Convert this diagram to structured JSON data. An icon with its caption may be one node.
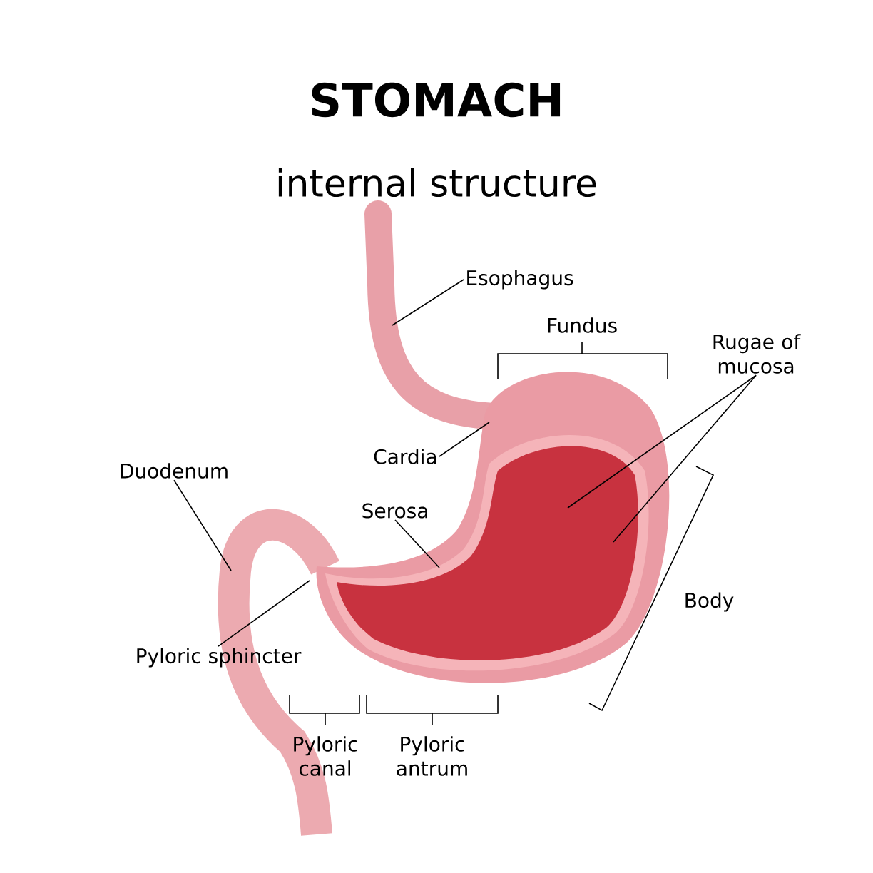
{
  "diagram": {
    "title": "STOMACH",
    "nodes": [
      {
        "text": [
          "Esophagus"
        ]
      },
      {
        "text": [
          "Rugae of mucosa"
        ]
      },
      {
        "text": [
          "Cardia"
        ]
      },
      {
        "text": [
          "Duodenum"
        ]
      },
      {
        "text": [
          "Serosa"
        ]
      },
      {
        "text": [
          "Pyloric sphincter"
        ]
      }
    ],
    "edges": [
      {
        "from": 0,
        "to": null,
        "arrow": "none"
      },
      {
        "from": 1,
        "to": null,
        "arrow": "none"
      },
      {
        "from": 1,
        "to": null,
        "arrow": "none"
      },
      {
        "from": 2,
        "to": null,
        "arrow": "none"
      },
      {
        "from": 3,
        "to": null,
        "arrow": "none"
      },
      {
        "from": 4,
        "to": null,
        "arrow": "none"
      },
      {
        "from": 5,
        "to": null,
        "arrow": "none"
      }
    ],
    "labels": [
      "internal structure",
      "Fundus",
      "Body",
      "Pyloric canal",
      "Pyloric antrum"
    ]
  }
}
